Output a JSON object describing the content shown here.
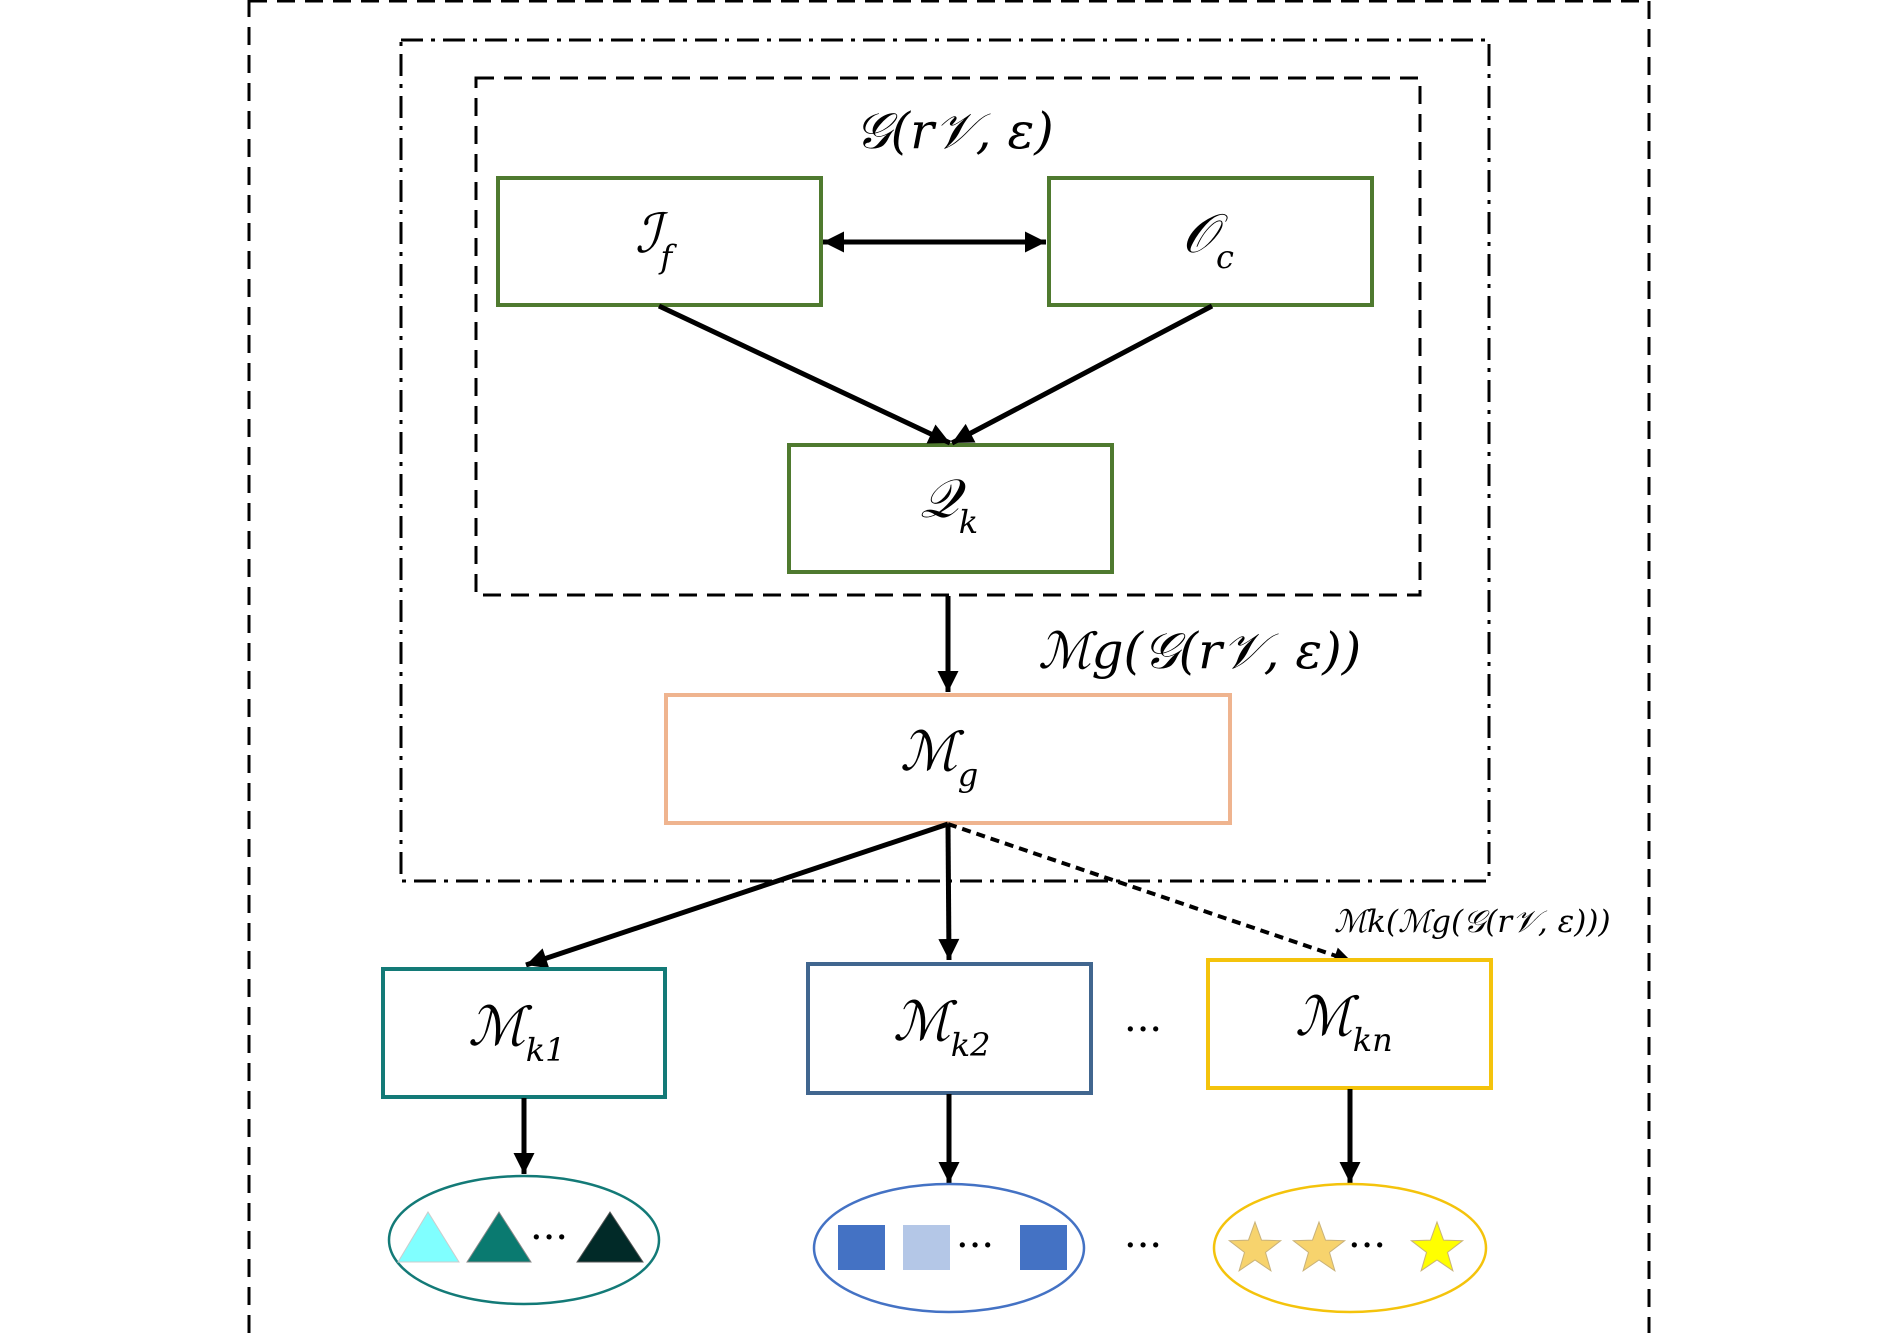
{
  "diagram": {
    "graph_label": "𝒢(r𝒱, ε)",
    "mg_mapping_label": "ℳg(𝒢(r𝒱, ε))",
    "mk_mapping_label": "ℳk(ℳg(𝒢(r𝒱, ε)))",
    "nodes": {
      "interface": {
        "main": "ℐ",
        "sub": "f"
      },
      "output": {
        "main": "𝒪",
        "sub": "c"
      },
      "query": {
        "main": "𝒬",
        "sub": "k"
      },
      "global_model": {
        "main": "ℳ",
        "sub": "g"
      },
      "local_models": [
        {
          "main": "ℳ",
          "sub": "k1",
          "border_color": "#137a77"
        },
        {
          "main": "ℳ",
          "sub": "k2",
          "border_color": "#41668f"
        },
        {
          "main": "ℳ",
          "sub": "kn",
          "border_color": "#f4c30c"
        }
      ]
    },
    "ellipsis": "···",
    "colors": {
      "inner_box_border": "#4f7a2f",
      "global_model_border": "#efb48f",
      "triangles": [
        "#80ffff",
        "#0a7a70",
        "#012a28"
      ],
      "squares": [
        "#4472c4",
        "#b4c7e7",
        "#4472c4"
      ],
      "stars": [
        "#f7d36d",
        "#f7d36d",
        "#ffff00"
      ]
    }
  }
}
